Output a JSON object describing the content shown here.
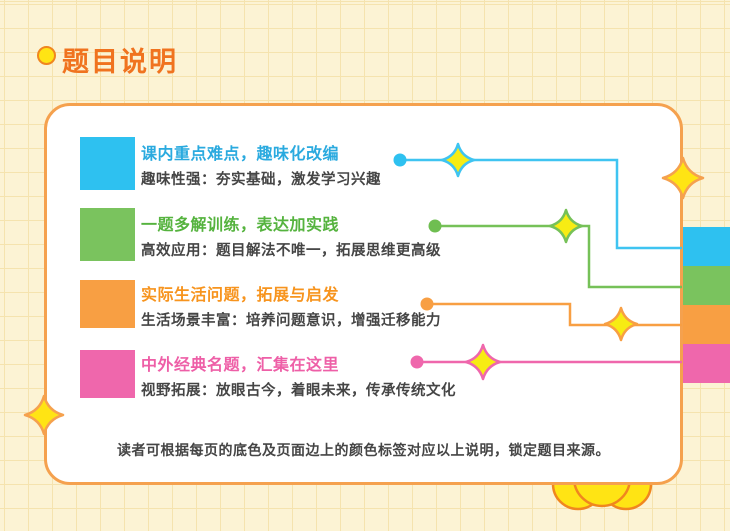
{
  "page": {
    "heading": "题目说明",
    "note": "读者可根据每页的底色及页面边上的颜色标签对应以上说明，锁定题目来源。",
    "background_color": "#FCF3D4",
    "grid_line_color": "#F5E3AE",
    "card_border_color": "#F5A14E",
    "heading_color": "#F0731F",
    "sparkle_fill": "#FFE414"
  },
  "sections": [
    {
      "id": "blue",
      "title": "课内重点难点，趣味化改编",
      "subtitle": "趣味性强：夯实基础，激发学习兴趣",
      "color": "#2EC1F0",
      "title_color": "#2AAADF"
    },
    {
      "id": "green",
      "title": "一题多解训练，表达加实践",
      "subtitle": "高效应用：题目解法不唯一，拓展思维更高级",
      "color": "#7AC35E",
      "title_color": "#55B33E"
    },
    {
      "id": "orange",
      "title": "实际生活问题，拓展与启发",
      "subtitle": "生活场景丰富：培养问题意识，增强迁移能力",
      "color": "#F89F43",
      "title_color": "#F7941E"
    },
    {
      "id": "pink",
      "title": "中外经典名题，汇集在这里",
      "subtitle": "视野拓展：放眼古今，着眼未来，传承传统文化",
      "color": "#EF67AC",
      "title_color": "#EE5FA7"
    }
  ],
  "tabs": [
    {
      "id": "blue-tab",
      "color": "#2EC1F0"
    },
    {
      "id": "green-tab",
      "color": "#7AC35E"
    },
    {
      "id": "orange-tab",
      "color": "#F89F43"
    },
    {
      "id": "pink-tab",
      "color": "#EF67AC"
    }
  ]
}
